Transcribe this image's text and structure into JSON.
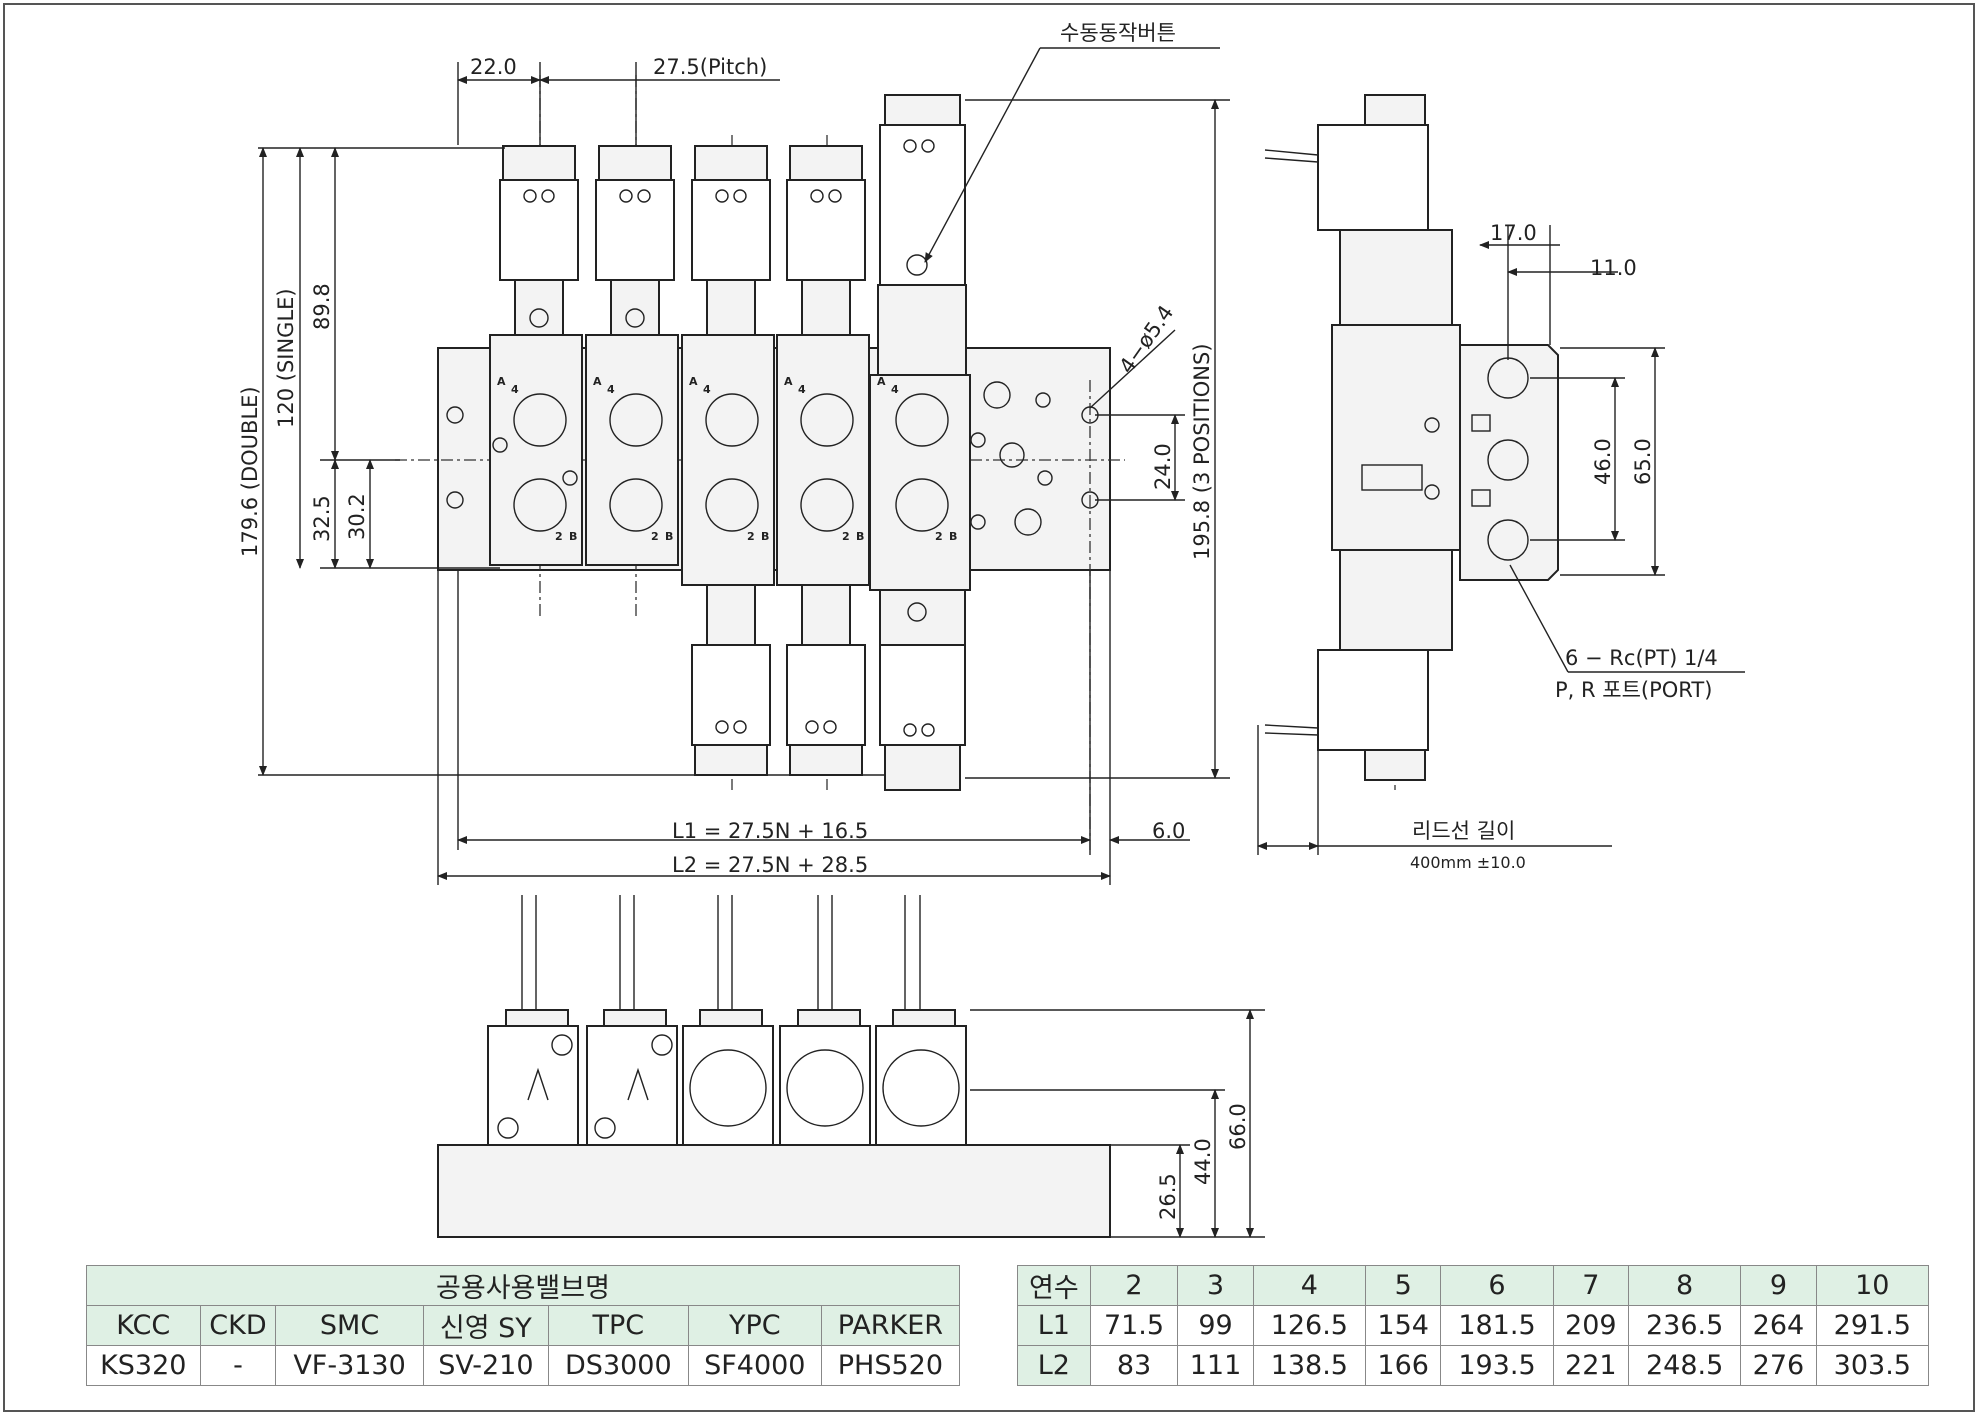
{
  "drawing": {
    "manual_button_label": "수동동작버튼",
    "dims": {
      "w22": "22.0",
      "pitch": "27.5(Pitch)",
      "double": "179.6 (DOUBLE)",
      "single": "120 (SINGLE)",
      "d898": "89.8",
      "d325": "32.5",
      "d302": "30.2",
      "holes": "4−ø5.4",
      "d240": "24.0",
      "positions": "195.8 (3 POSITIONS)",
      "l1": "L1 = 27.5N + 16.5",
      "l2": "L2 = 27.5N + 28.5",
      "d60": "6.0",
      "d170": "17.0",
      "d110": "11.0",
      "d460": "46.0",
      "d650": "65.0",
      "ports": "6 − Rc(PT) 1/4",
      "ports2": "P, R 포트(PORT)",
      "lead_label": "리드선 길이",
      "lead_value": "400mm ±10.0",
      "d265": "26.5",
      "d440": "44.0",
      "d660": "66.0"
    },
    "port_labels": {
      "a": "A",
      "four": "4",
      "two": "2",
      "b": "B"
    }
  },
  "valve_table": {
    "title": "공용사용밸브명",
    "headers": [
      "KCC",
      "CKD",
      "SMC",
      "신영 SY",
      "TPC",
      "YPC",
      "PARKER"
    ],
    "values": [
      "KS320",
      "-",
      "VF-3130",
      "SV-210",
      "DS3000",
      "SF4000",
      "PHS520"
    ]
  },
  "length_table": {
    "header_label": "연수",
    "stations": [
      "2",
      "3",
      "4",
      "5",
      "6",
      "7",
      "8",
      "9",
      "10"
    ],
    "rows": [
      {
        "label": "L1",
        "values": [
          "71.5",
          "99",
          "126.5",
          "154",
          "181.5",
          "209",
          "236.5",
          "264",
          "291.5"
        ]
      },
      {
        "label": "L2",
        "values": [
          "83",
          "111",
          "138.5",
          "166",
          "193.5",
          "221",
          "248.5",
          "276",
          "303.5"
        ]
      }
    ]
  }
}
